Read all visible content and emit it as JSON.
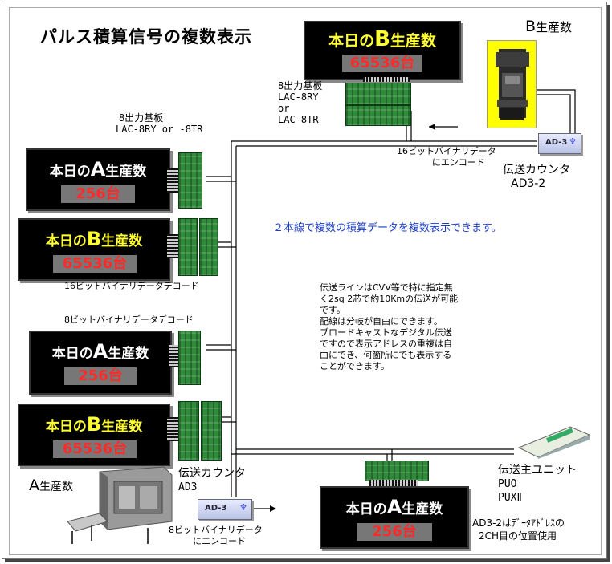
{
  "title": "パルス積算信号の複数表示",
  "panels": [
    {
      "label_prefix": "本日の",
      "label_letter": "B",
      "label_suffix": "生産数",
      "value": "65536台"
    },
    {
      "label_prefix": "本日の",
      "label_letter": "A",
      "label_suffix": "生産数",
      "value": "256台"
    },
    {
      "label_prefix": "本日の",
      "label_letter": "B",
      "label_suffix": "生産数",
      "value": "65536台"
    },
    {
      "label_prefix": "本日の",
      "label_letter": "A",
      "label_suffix": "生産数",
      "value": "256台"
    },
    {
      "label_prefix": "本日の",
      "label_letter": "B",
      "label_suffix": "生産数",
      "value": "65536台"
    },
    {
      "label_prefix": "本日の",
      "label_letter": "A",
      "label_suffix": "生産数",
      "value": "256台"
    }
  ],
  "labels": {
    "b_production": "B",
    "b_production_suffix": "生産数",
    "a_production": "A",
    "a_production_suffix": "生産数",
    "board_top_1": "8出力基板",
    "board_top_2": "LAC-8RY",
    "board_top_3": "or",
    "board_top_4": "LAC-8TR",
    "board_left_1": "8出力基板",
    "board_left_2": "LAC-8RY or -8TR",
    "encode16_1": "16ビットバイナリデータ",
    "encode16_2": "にエンコード",
    "counter_top_1": "伝送カウンタ",
    "counter_top_2": "AD3-2",
    "decode16": "16ビットバイナリデータデコード",
    "decode8": "8ビットバイナリデータデコード",
    "headline": "２本線で複数の積算データを複数表示できます。",
    "desc": [
      "伝送ラインはCVV等で特に指定無",
      "く2sq 2芯で約10Kmの伝送が可能",
      "です。",
      "配線は分岐が自由にできます。",
      "ブロードキャストなデジタル伝送",
      "ですので表示アドレスの重複は自",
      "由にでき、何箇所にでも表示する",
      "ことができます。"
    ],
    "counter_bottom_1": "伝送カウンタ",
    "counter_bottom_2": "AD3",
    "encode8_1": "8ビットバイナリデータ",
    "encode8_2": "にエンコード",
    "master_1": "伝送主ユニット",
    "master_2": "PUO",
    "master_3": "PUXⅡ",
    "note_1": "AD3-2はﾃﾞｰﾀｱﾄﾞﾚｽの",
    "note_2": "2CH目の位置使用",
    "ad3_top_model": "AD-3",
    "ad3_bottom_model": "AD-3"
  },
  "colors": {
    "label_yellow": "#ffff33",
    "label_white": "#ffffff",
    "value_red": "#ff2a2a",
    "headline_blue": "#1a3cc8",
    "board_green": "#2f8a3a"
  }
}
